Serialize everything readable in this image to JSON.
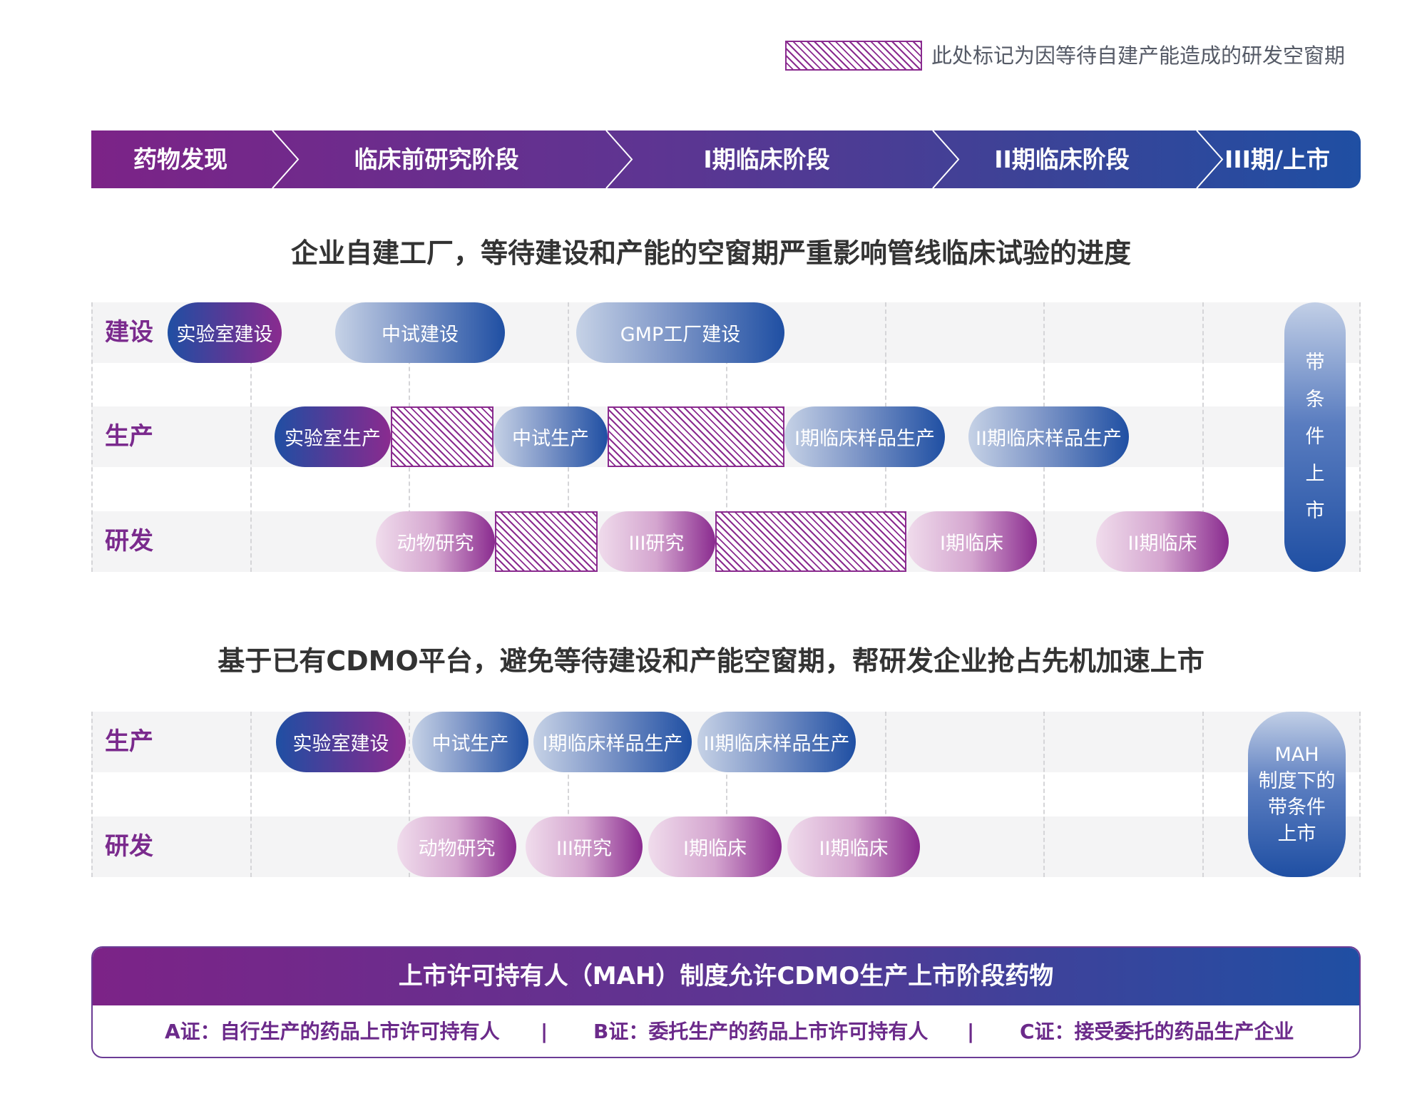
{
  "legend": {
    "label": "此处标记为因等待自建产能造成的研发空窗期"
  },
  "phases": [
    "药物发现",
    "临床前研究阶段",
    "I期临床阶段",
    "II期临床阶段",
    "III期/上市"
  ],
  "section1": {
    "title": "企业自建工厂，等待建设和产能的空窗期严重影响管线临床试验的进度",
    "rows": [
      "建设",
      "生产",
      "研发"
    ],
    "construction": [
      "实验室建设",
      "中试建设",
      "GMP工厂建设"
    ],
    "production": [
      "实验室生产",
      "中试生产",
      "I期临床样品生产",
      "II期临床样品生产"
    ],
    "rnd": [
      "动物研究",
      "III研究",
      "I期临床",
      "II期临床"
    ],
    "launch": [
      "带",
      "条",
      "件",
      "上",
      "市"
    ]
  },
  "section2": {
    "title": "基于已有CDMO平台，避免等待建设和产能空窗期，帮研发企业抢占先机加速上市",
    "rows": [
      "生产",
      "研发"
    ],
    "production": [
      "实验室建设",
      "中试生产",
      "I期临床样品生产",
      "II期临床样品生产"
    ],
    "rnd": [
      "动物研究",
      "III研究",
      "I期临床",
      "II期临床"
    ],
    "launch": [
      "MAH",
      "制度下的",
      "带条件",
      "上市"
    ]
  },
  "mah": {
    "title": "上市许可持有人（MAH）制度允许CDMO生产上市阶段药物",
    "certs": [
      "A证：自行生产的药品上市许可持有人",
      "B证：委托生产的药品上市许可持有人",
      "C证：接受委托的药品生产企业"
    ],
    "separator": "|"
  },
  "colors": {
    "purple": "#8a2b8f",
    "blue": "#1f4fa3",
    "label": "#7a2a8d"
  }
}
